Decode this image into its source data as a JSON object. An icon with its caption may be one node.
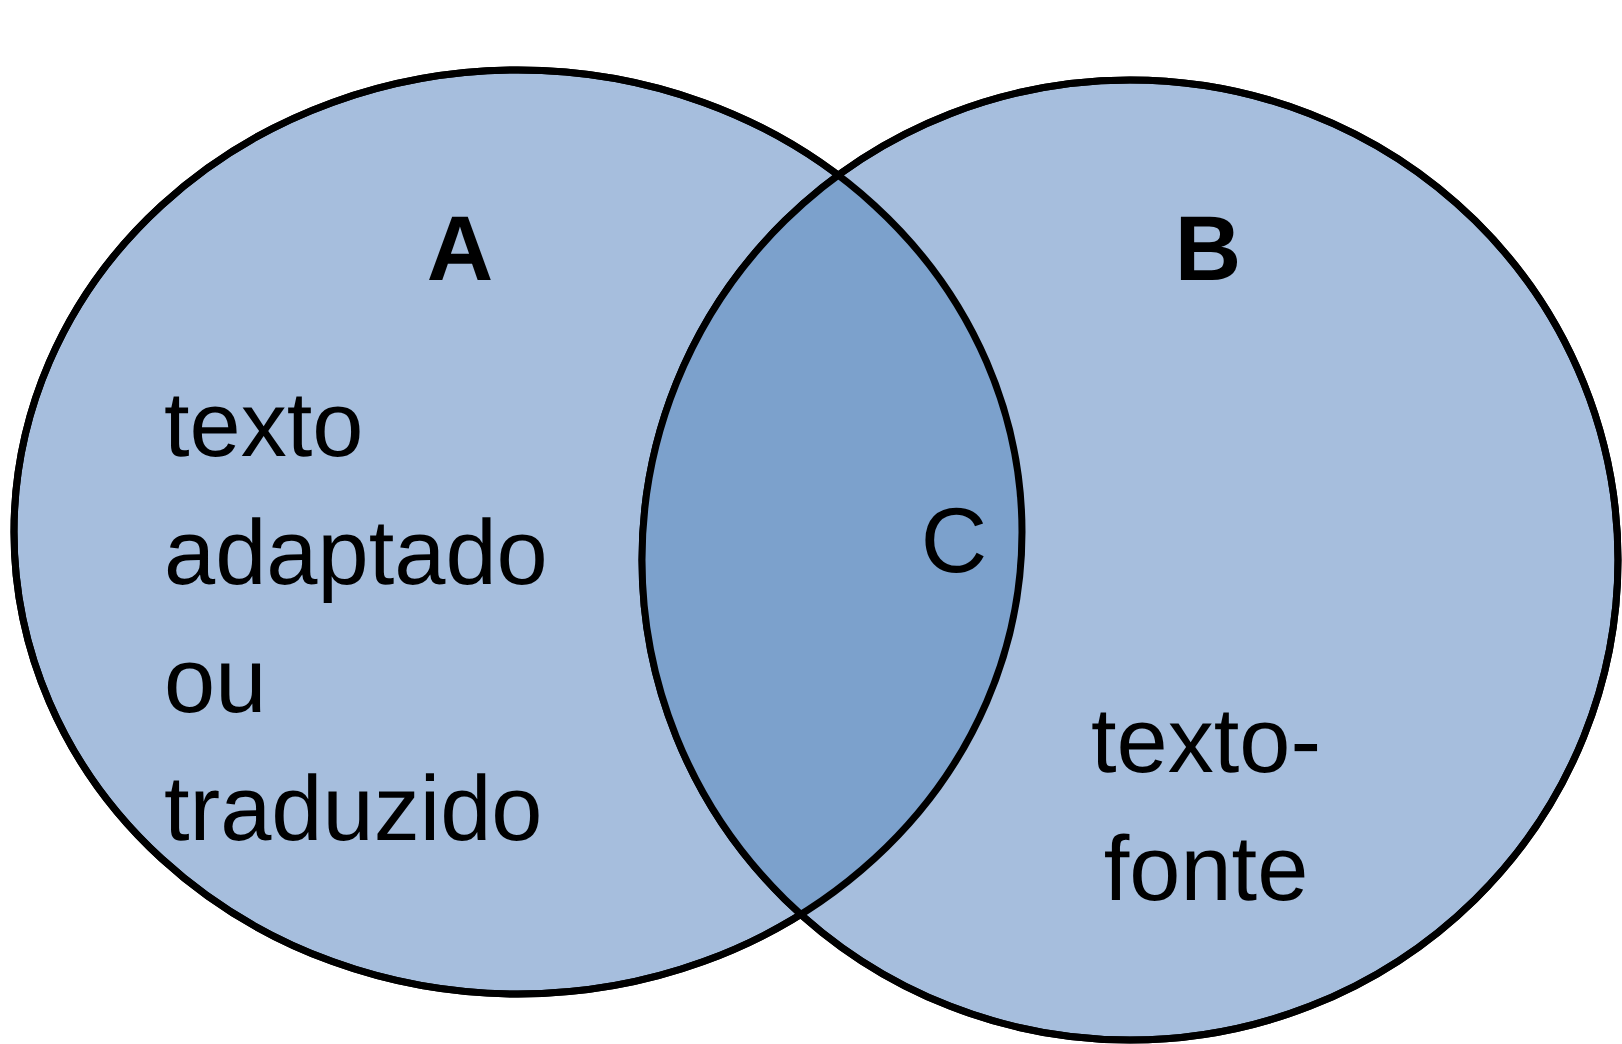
{
  "diagram": {
    "nodes": [
      {
        "text": [
          "A",
          "texto adaptado ou traduzido"
        ]
      },
      {
        "text": [
          "B",
          "texto-fonte"
        ]
      },
      {
        "text": [
          "C"
        ]
      }
    ]
  }
}
